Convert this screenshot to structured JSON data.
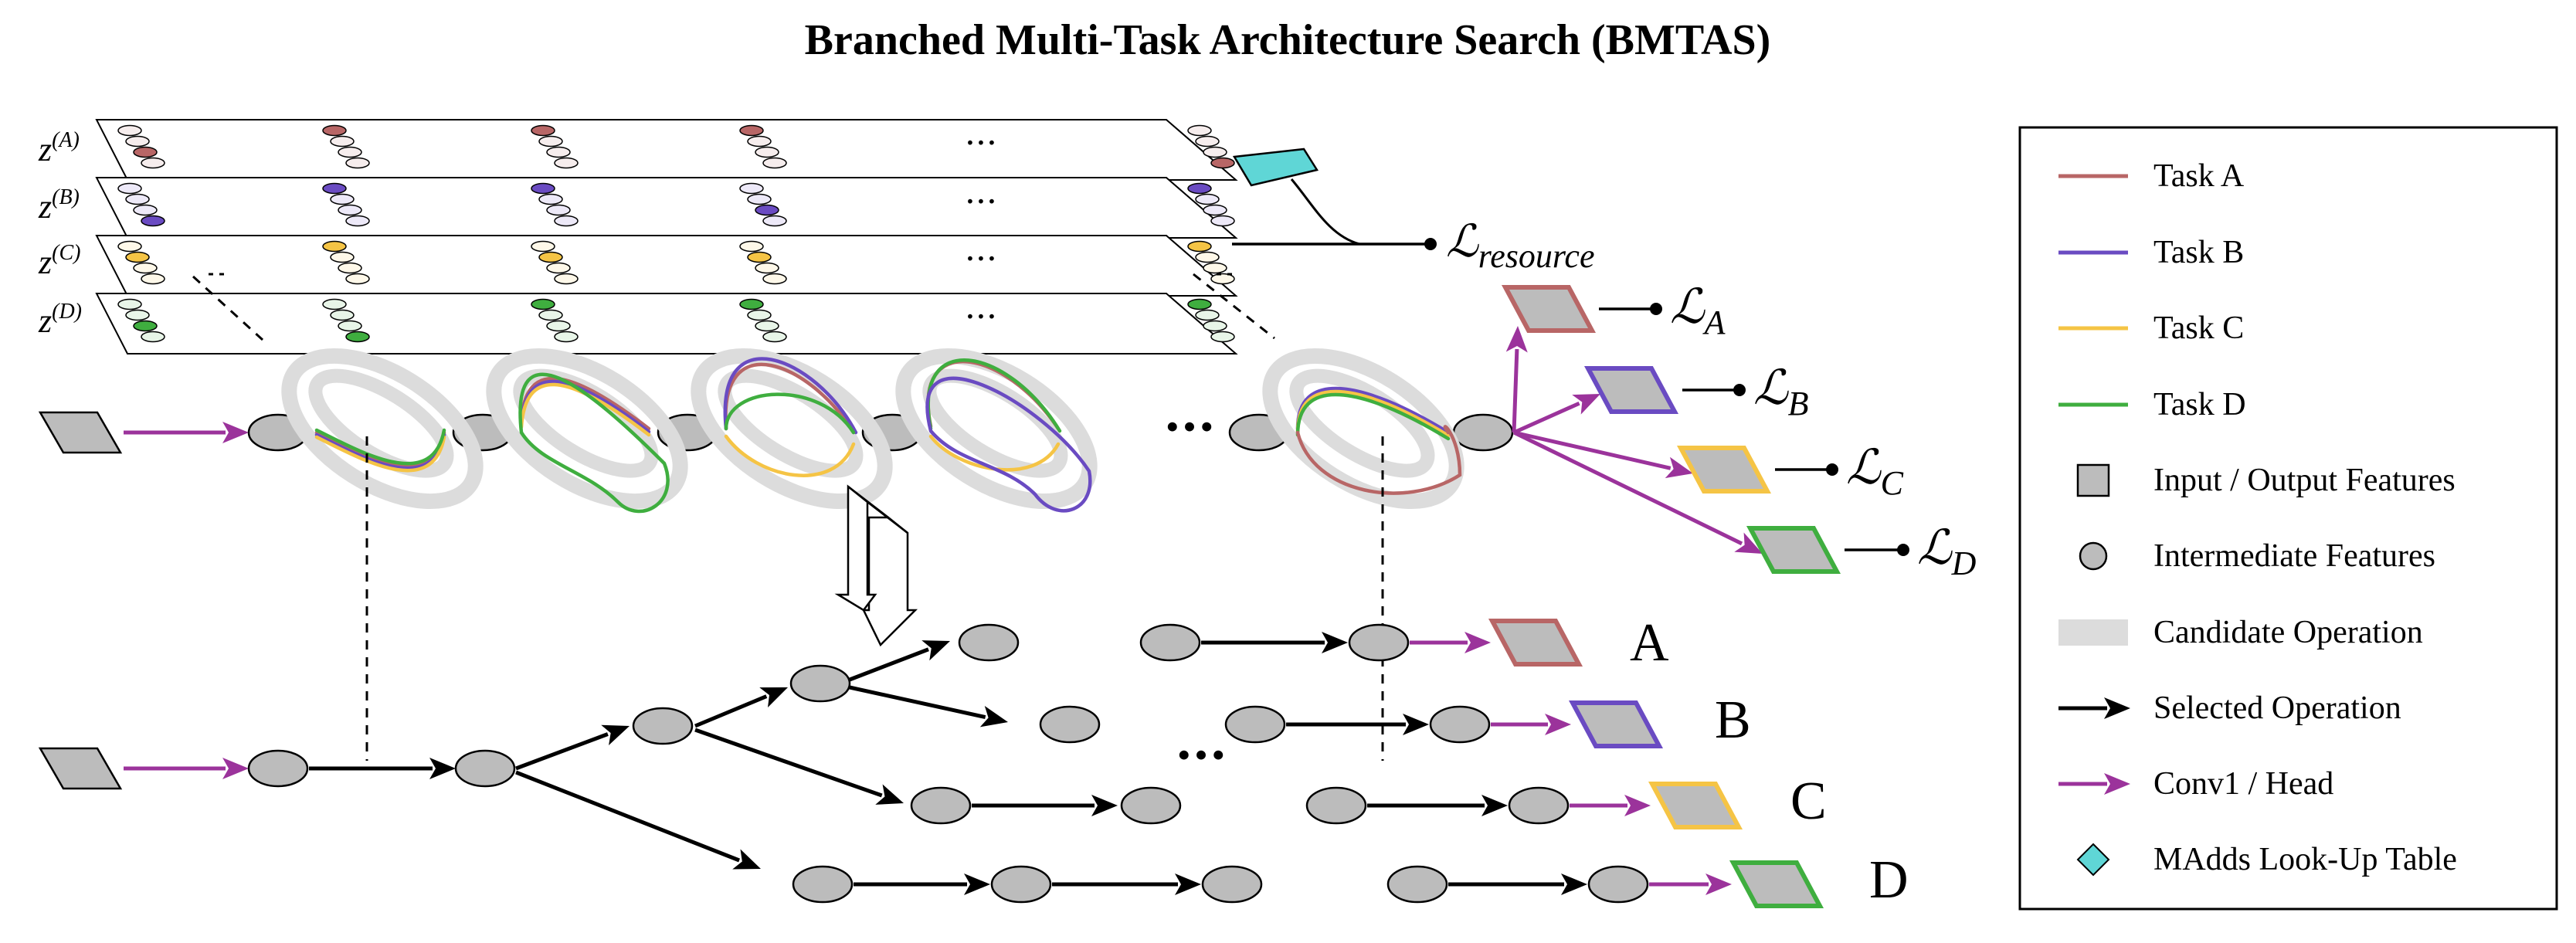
{
  "title": "Branched Multi-Task Architecture Search (BMTAS)",
  "colors": {
    "task_a": "#b86666",
    "task_b": "#6a4bc2",
    "task_c": "#f5c445",
    "task_d": "#3fae3f",
    "head": "#9b339b",
    "feature_fill": "#bcbcbc",
    "candidate": "#dcdcdc",
    "lut": "#5fd6d6"
  },
  "planes": {
    "labels": [
      {
        "base": "z",
        "sup": "(A)"
      },
      {
        "base": "z",
        "sup": "(B)"
      },
      {
        "base": "z",
        "sup": "(C)"
      },
      {
        "base": "z",
        "sup": "(D)"
      }
    ],
    "ellipsis": "···"
  },
  "losses": {
    "resource": {
      "main": "ℒ",
      "sub": "resource"
    },
    "task_a": {
      "main": "ℒ",
      "sub": "A"
    },
    "task_b": {
      "main": "ℒ",
      "sub": "B"
    },
    "task_c": {
      "main": "ℒ",
      "sub": "C"
    },
    "task_d": {
      "main": "ℒ",
      "sub": "D"
    }
  },
  "supergraph": {
    "ellipsis": "···"
  },
  "branched": {
    "ellipsis": "···",
    "outputs": [
      "A",
      "B",
      "C",
      "D"
    ]
  },
  "legend": {
    "items": [
      {
        "label": "Task A",
        "icon": "line-task-a"
      },
      {
        "label": "Task B",
        "icon": "line-task-b"
      },
      {
        "label": "Task C",
        "icon": "line-task-c"
      },
      {
        "label": "Task D",
        "icon": "line-task-d"
      },
      {
        "label": "Input / Output Features",
        "icon": "square-gray"
      },
      {
        "label": "Intermediate Features",
        "icon": "circle-gray"
      },
      {
        "label": "Candidate Operation",
        "icon": "bar-light-gray"
      },
      {
        "label": "Selected Operation",
        "icon": "arrow-black"
      },
      {
        "label": "Conv1 / Head",
        "icon": "arrow-purple"
      },
      {
        "label": "MAdds Look-Up Table",
        "icon": "diamond-cyan"
      }
    ]
  }
}
